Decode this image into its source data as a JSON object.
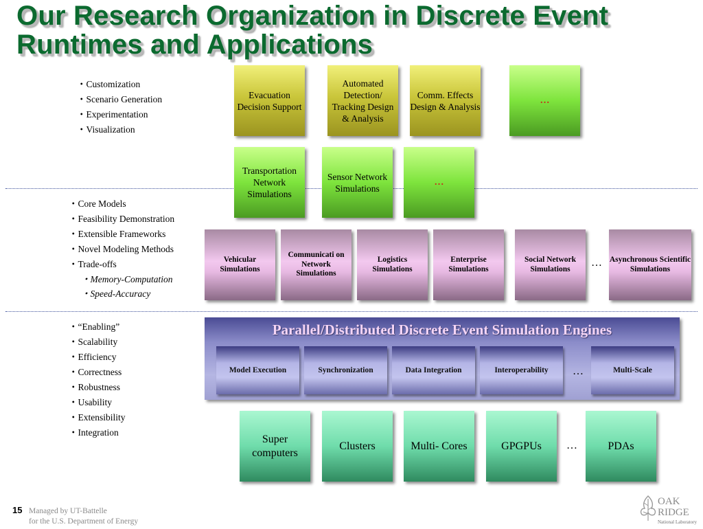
{
  "title": "Our Research Organization in Discrete Event Runtimes and Applications",
  "lists": {
    "applications": [
      "Customization",
      "Scenario Generation",
      "Experimentation",
      "Visualization"
    ],
    "simulations": [
      "Core Models",
      "Feasibility Demonstration",
      "Extensible Frameworks",
      "Novel Modeling Methods",
      "Trade-offs"
    ],
    "simulations_sub": [
      "Memory-Computation",
      "Speed-Accuracy"
    ],
    "engines": [
      "“Enabling”",
      "Scalability",
      "Efficiency",
      "Correctness",
      "Robustness",
      "Usability",
      "Extensibility",
      "Integration"
    ]
  },
  "apps_row": [
    "Evacuation Decision Support",
    "Automated Detection/ Tracking Design & Analysis",
    "Comm. Effects Design & Analysis",
    "…"
  ],
  "network_row": [
    "Transportation Network Simulations",
    "Sensor Network Simulations",
    "…"
  ],
  "sim_row": [
    "Vehicular Simulations",
    "Communicati on Network Simulations",
    "Logistics Simulations",
    "Enterprise Simulations",
    "Social Network Simulations",
    "Asynchronous Scientific Simulations"
  ],
  "sim_row_ellipsis": "…",
  "engine": {
    "title": "Parallel/Distributed Discrete Event Simulation Engines",
    "components": [
      "Model Execution",
      "Synchronization",
      "Data Integration",
      "Interoperability",
      "Multi-Scale"
    ],
    "ellipsis": "…"
  },
  "platforms": [
    "Super computers",
    "Clusters",
    "Multi- Cores",
    "GPGPUs",
    "PDAs"
  ],
  "platforms_ellipsis": "…",
  "footer": {
    "slide_number": "15",
    "managed_by": "Managed by UT-Battelle",
    "department": "for the U.S. Department of Energy"
  },
  "logo": {
    "line1": "OAK",
    "line2": "RIDGE",
    "line3": "National Laboratory"
  },
  "colors": {
    "title": "#0b6a2f",
    "separator": "#3c4f99",
    "red_ellipsis": "#c62b1c"
  }
}
